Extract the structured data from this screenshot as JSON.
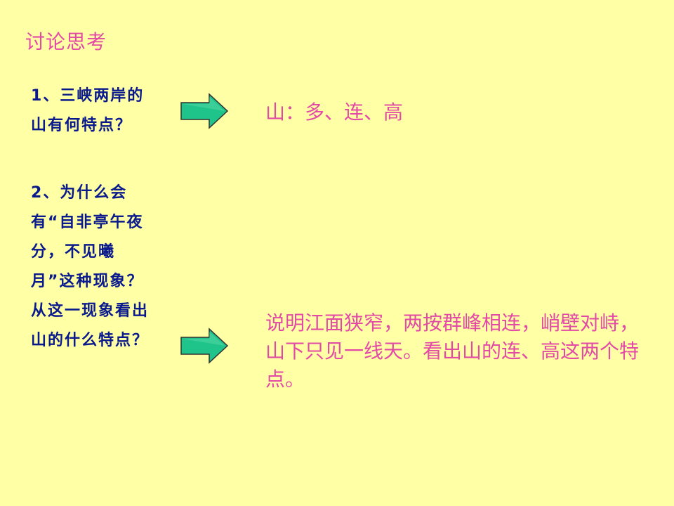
{
  "slide": {
    "title": "讨论思考",
    "questions": [
      {
        "text": "1、三峡两岸的山有何特点？"
      },
      {
        "text": "2、为什么会有“自非亭午夜分，不见曦月”这种现象？从这一现象看出山的什么特点？"
      }
    ],
    "answers": [
      {
        "text": "山：多、连、高"
      },
      {
        "text": "说明江面狭窄，两按群峰相连，峭壁对峙，山下只见一线天。看出山的连、高这两个特点。"
      }
    ],
    "colors": {
      "background": "#ffffa5",
      "title": "#e24aa6",
      "question": "#0a1a8c",
      "answer": "#e24aa6",
      "arrow_fill": "#1fc48a"
    }
  }
}
